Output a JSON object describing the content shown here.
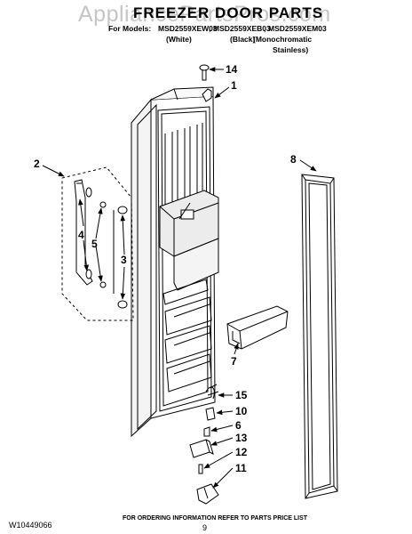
{
  "header": {
    "watermark": "AppliancePartsPros.com",
    "title": "FREEZER DOOR PARTS",
    "for_models_label": "For Models:",
    "models": [
      {
        "number": "MSD2559XEW03",
        "color": "(White)"
      },
      {
        "number": "MSD2559XEB03",
        "color": "(Black)"
      },
      {
        "number": "MSD2559XEM03",
        "color": "(Monochromatic",
        "color_line2": "Stainless)"
      }
    ]
  },
  "callouts": [
    "14",
    "1",
    "2",
    "8",
    "5",
    "4",
    "3",
    "7",
    "15",
    "10",
    "6",
    "13",
    "12",
    "11"
  ],
  "footer": {
    "note": "FOR ORDERING INFORMATION REFER TO PARTS PRICE LIST",
    "doc_number": "W10449066",
    "page_number": "9"
  }
}
